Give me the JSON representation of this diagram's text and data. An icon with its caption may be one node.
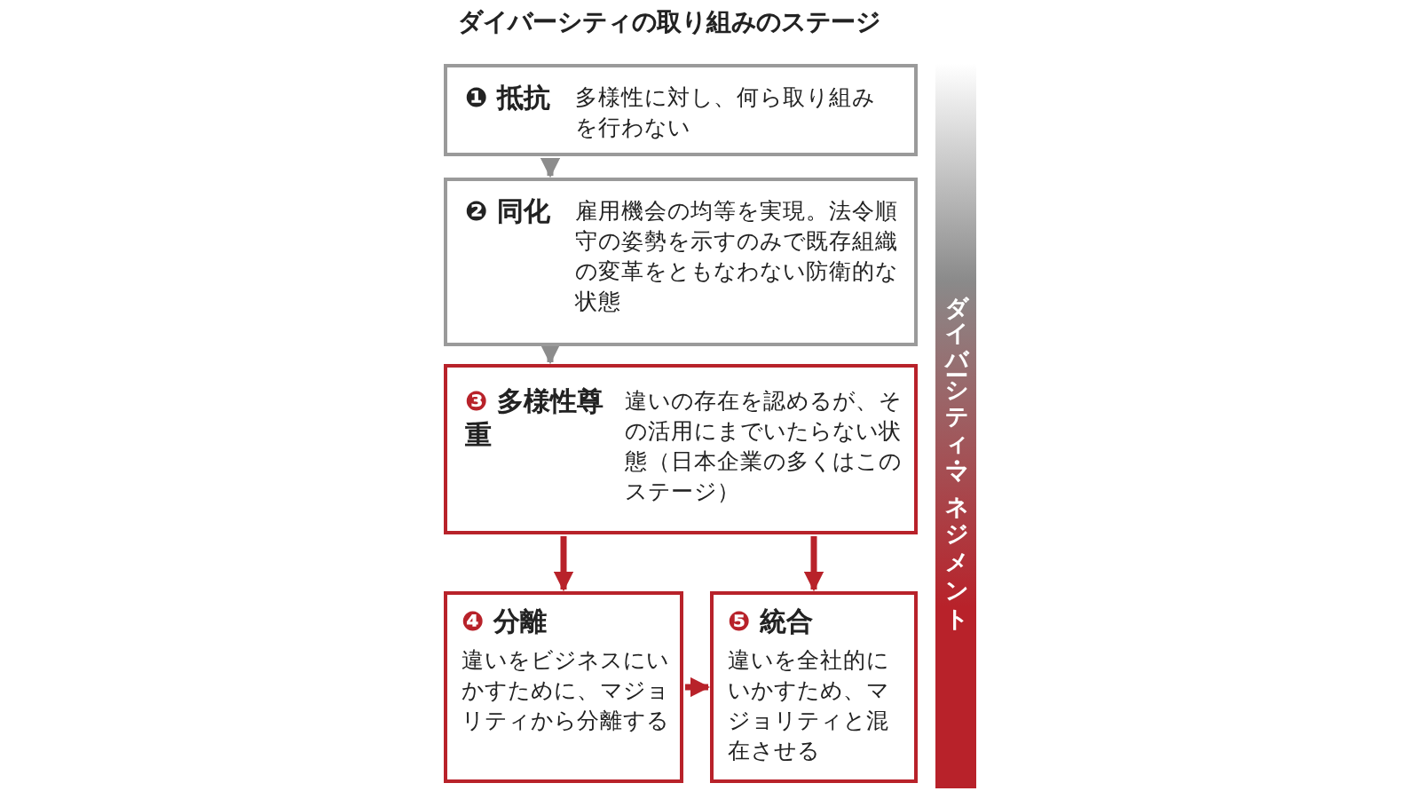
{
  "diagram": {
    "title": "ダイバーシティの取り組みのステージ",
    "nodes": [
      {
        "text": [
          "❶ 抵抗",
          "多様性に対し、何ら取り組みを行わない"
        ]
      },
      {
        "text": [
          "❷ 同化",
          "雇用機会の均等を実現。法令順守の姿勢を示すのみで既存組織の変革をともなわない防衛的な状態"
        ]
      },
      {
        "text": [
          "❸ 多様性尊重",
          "違いの存在を認めるが、その活用にまでいたらない状態（日本企業の多くはこのステージ）"
        ]
      },
      {
        "text": [
          "❹ 分離",
          "違いをビジネスにいかすために、マジョリティから分離する"
        ]
      },
      {
        "text": [
          "❺ 統合",
          "違いを全社的にいかすため、マジョリティと混在させる"
        ]
      },
      {
        "text": [
          "ダイバーシティ・マネジメント"
        ]
      }
    ],
    "edges": [
      {
        "from": 0,
        "to": 1,
        "arrow": "to",
        "color": "#8c8c8c"
      },
      {
        "from": 1,
        "to": 2,
        "arrow": "to",
        "color": "#8c8c8c"
      },
      {
        "from": 2,
        "to": 3,
        "arrow": "to"
      },
      {
        "from": 2,
        "to": 4,
        "arrow": "to"
      },
      {
        "from": 3,
        "to": 4,
        "arrow": "to"
      }
    ]
  }
}
